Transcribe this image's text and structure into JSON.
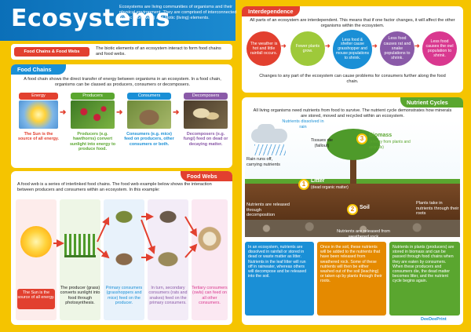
{
  "title": "Ecosystems",
  "intro": "Ecosystems are living communities of organisms and their physical environment. They are comprised of interconnected abiotic (non-living) and biotic (living) elements.",
  "chains_webs": {
    "label": "Food Chains & Food Webs",
    "text": "The biotic elements of an ecosystem interact to form food chains and food webs."
  },
  "food_chains": {
    "label": "Food Chains",
    "text": "A food chain shows the direct transfer of energy between organisms in an ecosystem. In a food chain, organisms can be classed as producers, consumers or decomposers.",
    "items": [
      {
        "label": "Energy",
        "color": "#e2402f",
        "caption": "The Sun is the source of all energy."
      },
      {
        "label": "Producers",
        "color": "#5aa62f",
        "caption": "Producers (e.g. hawthorns) convert sunlight into energy to produce food."
      },
      {
        "label": "Consumers",
        "color": "#1a8fd6",
        "caption": "Consumers (e.g. mice) feed on producers, other consumers or both."
      },
      {
        "label": "Decomposers",
        "color": "#8a5aa8",
        "caption": "Decomposers (e.g. fungi) feed on dead or decaying matter."
      }
    ]
  },
  "food_webs": {
    "label": "Food Webs",
    "text": "A food web is a series of interlinked food chains. The food web example below shows the interaction between producers and consumers within an ecosystem. In this example:",
    "sun_caption": "The Sun is the source of all energy.",
    "producer_caption": "The producer (grass) converts sunlight into food through photosynthesis.",
    "primary_caption": "Primary consumers (grasshoppers and mice) feed on the producer.",
    "secondary_caption": "In turn, secondary consumers (rats and snakes) feed on the primary consumers.",
    "tertiary_caption": "Tertiary consumers (owls) can feed on all other consumers."
  },
  "interdependence": {
    "label": "Interdependence",
    "text": "All parts of an ecosystem are interdependent. This means that if one factor changes, it will affect the other organisms within the ecosystem.",
    "steps": [
      {
        "text": "The weather is hot and little rainfall occurs.",
        "color": "#e2402f"
      },
      {
        "text": "Fewer plants grow.",
        "color": "#9ec93a"
      },
      {
        "text": "Less food & shelter cause grasshopper and mouse populations to shrink.",
        "color": "#1a8fd6"
      },
      {
        "text": "Less food causes rat and snake populations to shrink.",
        "color": "#8a5aa8"
      },
      {
        "text": "Less food causes the owl population to shrink.",
        "color": "#d9388f"
      }
    ],
    "footer": "Changes to any part of the ecosystem can cause problems for consumers further along the food chain."
  },
  "nutrient_cycles": {
    "label": "Nutrient Cycles",
    "text": "All living organisms need nutrients from food to survive. The nutrient cycle demonstrates how minerals are stored, moved and recycled within an ecosystem.",
    "labels": {
      "dissolved": "Nutrients dissolved in rain",
      "tissues": "Tissues die (fallout)",
      "rain_runs": "Rain runs off, carrying nutrients",
      "biomass": "Biomass",
      "biomass_sub": "(energy from plants and animals)",
      "litter": "Litter",
      "litter_sub": "(dead organic matter)",
      "released": "Nutrients are released through decomposition",
      "soil": "Soil",
      "plants_take": "Plants take in nutrients through their roots",
      "weathered": "Nutrients are released from weathered rock"
    },
    "num1": "1",
    "num2": "2",
    "num3": "3",
    "boxes": [
      {
        "text": "In an ecosystem, nutrients are dissolved in rainfall or stored in dead or waste matter as litter. Nutrients in the leaf litter will run off in rainwater, whereas others will decompose and be released into the soil.",
        "color": "#1a8fd6"
      },
      {
        "text": "Once in the soil, these nutrients will be added to the nutrients that have been released from weathered rock. Some of these nutrients will then be either washed out of the soil (leaching) or taken up by plants through their roots.",
        "color": "#e58a00"
      },
      {
        "text": "Nutrients in plants (producers) are stored in biomass and can be passed through food chains when they are eaten by consumers. When these producers and consumers die, the dead matter becomes litter, and the nutrient cycle begins again.",
        "color": "#5aa62f"
      }
    ],
    "brand": "DeeDeePrint"
  }
}
